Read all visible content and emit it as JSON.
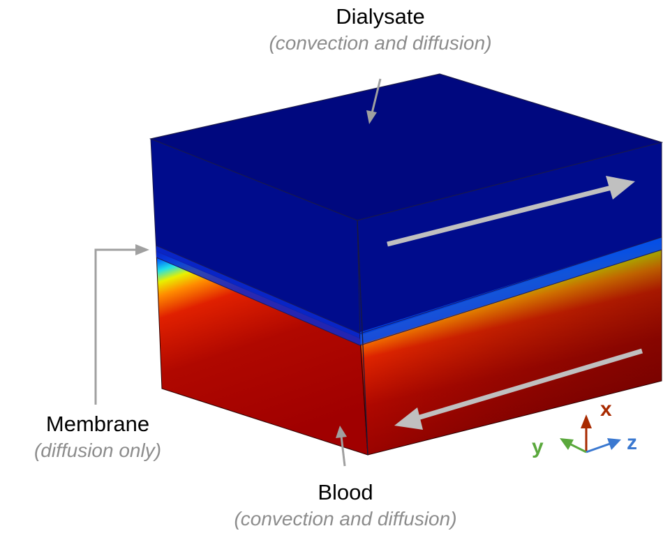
{
  "labels": {
    "dialysate": {
      "title": "Dialysate",
      "subtitle": "(convection and diffusion)"
    },
    "membrane": {
      "title": "Membrane",
      "subtitle": "(diffusion only)"
    },
    "blood": {
      "title": "Blood",
      "subtitle": "(convection and diffusion)"
    }
  },
  "axes": {
    "x": "x",
    "y": "y",
    "z": "z"
  },
  "colors": {
    "dialysate": "#000c8c",
    "blood_dark": "#8c0000",
    "blood_red": "#d01200",
    "arrow_gray": "#c0c0c0",
    "axis_x": "#a82a00",
    "axis_y": "#5aa83c",
    "axis_z": "#3a78d0"
  }
}
